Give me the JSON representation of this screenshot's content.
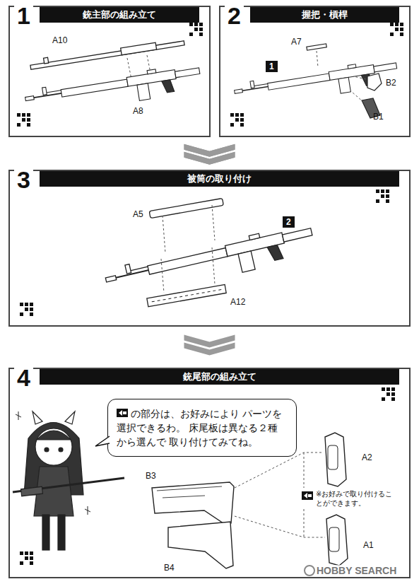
{
  "diagram": {
    "nodes": [
      {
        "text": [
          "1",
          "銃主部の組み立て"
        ]
      },
      {
        "text": [
          "2",
          "握把・槓桿"
        ]
      },
      {
        "text": [
          "3",
          "被筒の取り付け"
        ]
      },
      {
        "text": [
          "4",
          "銃尾部の組み立て"
        ]
      },
      {
        "text": [
          "の部分は、お好みにより パーツを選択できるわ。 床尾板は異なる２種から選んで 取り付けてみてね。"
        ],
        "in": 3
      }
    ],
    "edges": [
      {
        "from": 0,
        "to": 2,
        "arrow": "to"
      },
      {
        "from": 1,
        "to": 2,
        "arrow": "to"
      },
      {
        "from": 2,
        "to": 3,
        "arrow": "to"
      }
    ],
    "labels": [
      "A10",
      "A8",
      "A7",
      "1",
      "B2",
      "B1",
      "A5",
      "2",
      "A12",
      "B3",
      "B4",
      "A2",
      "A1",
      "※お好みで取り付けることができます。",
      "HOBBY SEARCH"
    ]
  }
}
